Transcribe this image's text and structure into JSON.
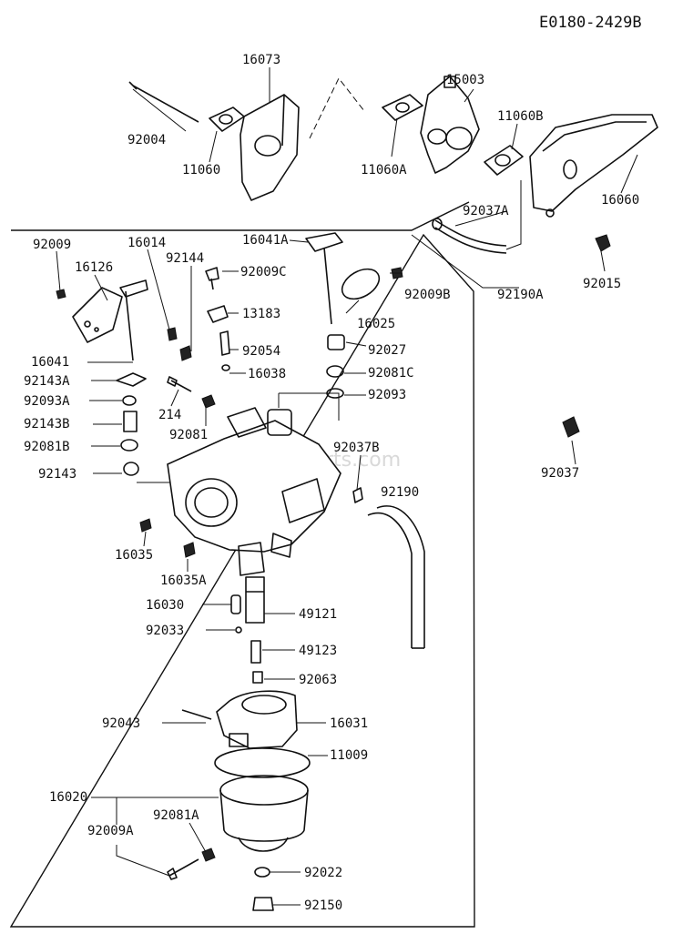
{
  "diagram": {
    "id": "E0180-2429B",
    "watermark": "all...ntParts.com"
  },
  "labels": {
    "p16073": "16073",
    "p15003": "15003",
    "p92004": "92004",
    "p11060": "11060",
    "p11060A": "11060A",
    "p11060B": "11060B",
    "p16060": "16060",
    "p92037A": "92037A",
    "p92015": "92015",
    "p92190A": "92190A",
    "p92009": "92009",
    "p16014": "16014",
    "p16041A": "16041A",
    "p16126": "16126",
    "p92144": "92144",
    "p92009C": "92009C",
    "p92009B": "92009B",
    "p13183": "13183",
    "p16025": "16025",
    "p16041": "16041",
    "p92054": "92054",
    "p92027": "92027",
    "p92143A": "92143A",
    "p16038": "16038",
    "p92081C": "92081C",
    "p92093A": "92093A",
    "p92093": "92093",
    "p214": "214",
    "p92143B": "92143B",
    "p92081": "92081",
    "p92081B": "92081B",
    "p92037B": "92037B",
    "p92037": "92037",
    "p92143": "92143",
    "p92190": "92190",
    "p16035": "16035",
    "p16035A": "16035A",
    "p16030": "16030",
    "p49121": "49121",
    "p92033": "92033",
    "p49123": "49123",
    "p92063": "92063",
    "p92043": "92043",
    "p16031": "16031",
    "p11009": "11009",
    "p16020": "16020",
    "p92081A": "92081A",
    "p92009A": "92009A",
    "p92022": "92022",
    "p92150": "92150"
  }
}
